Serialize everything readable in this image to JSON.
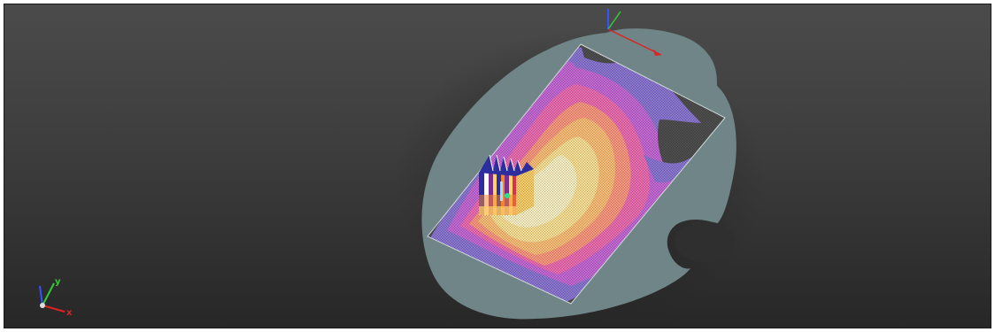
{
  "viewport": {
    "background_top": "#4b4b4b",
    "background_bottom": "#272727"
  },
  "scene": {
    "plate_color": "#6f8587",
    "grid_colors": [
      "#fff6c8",
      "#ffe597",
      "#ffc27a",
      "#ff9b82",
      "#f06fb4",
      "#c86bd8",
      "#8e78d6",
      "#505050"
    ],
    "fin_colors": [
      "#2c2e9e",
      "#7a2c8f",
      "#d6314f",
      "#f3862c",
      "#ffd36c"
    ],
    "origin_gizmo_axes": [
      "x",
      "y",
      "z"
    ]
  },
  "triad": {
    "x_label": "x",
    "y_label": "y",
    "x_color": "#dd2222",
    "y_color": "#33cc33",
    "z_color": "#3355ff"
  }
}
